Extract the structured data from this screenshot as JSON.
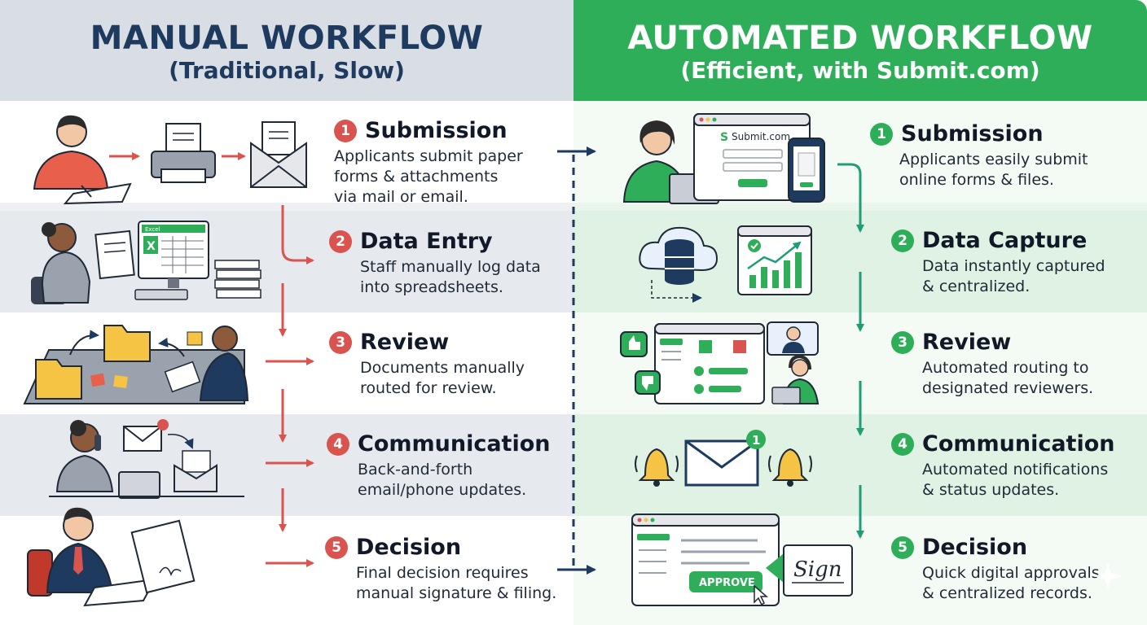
{
  "manual": {
    "title": "MANUAL WORKFLOW",
    "subtitle": "(Traditional, Slow)",
    "steps": [
      {
        "num": "1",
        "title": "Submission",
        "desc": [
          "Applicants submit paper",
          "forms & attachments",
          "via mail or email."
        ]
      },
      {
        "num": "2",
        "title": "Data Entry",
        "desc": [
          "Staff manually log data",
          "into spreadsheets."
        ]
      },
      {
        "num": "3",
        "title": "Review",
        "desc": [
          "Documents manually",
          "routed for review."
        ]
      },
      {
        "num": "4",
        "title": "Communication",
        "desc": [
          "Back-and-forth",
          "email/phone updates."
        ]
      },
      {
        "num": "5",
        "title": "Decision",
        "desc": [
          "Final decision requires",
          "manual signature & filing."
        ]
      }
    ]
  },
  "automated": {
    "title": "AUTOMATED WORKFLOW",
    "subtitle": "(Efficient, with Submit.com)",
    "steps": [
      {
        "num": "1",
        "title": "Submission",
        "desc": [
          "Applicants easily submit",
          "online forms & files."
        ]
      },
      {
        "num": "2",
        "title": "Data Capture",
        "desc": [
          "Data instantly captured",
          "& centralized."
        ]
      },
      {
        "num": "3",
        "title": "Review",
        "desc": [
          "Automated routing to",
          "designated reviewers."
        ]
      },
      {
        "num": "4",
        "title": "Communication",
        "desc": [
          "Automated notifications",
          "& status updates."
        ]
      },
      {
        "num": "5",
        "title": "Decision",
        "desc": [
          "Quick digital approvals",
          "& centralized records."
        ]
      }
    ]
  },
  "illustrations": {
    "excel_label": "Excel",
    "excel_letter": "X",
    "brand_mark": "S",
    "brand_name": "Submit.com",
    "notification_count": "1",
    "approve_label": "APPROVE",
    "sign_label": "Sign"
  },
  "colors": {
    "manual_accent": "#d9534f",
    "auto_accent": "#2fae5a",
    "title_navy": "#1e3a5f",
    "divider_navy": "#1e3a5f"
  }
}
